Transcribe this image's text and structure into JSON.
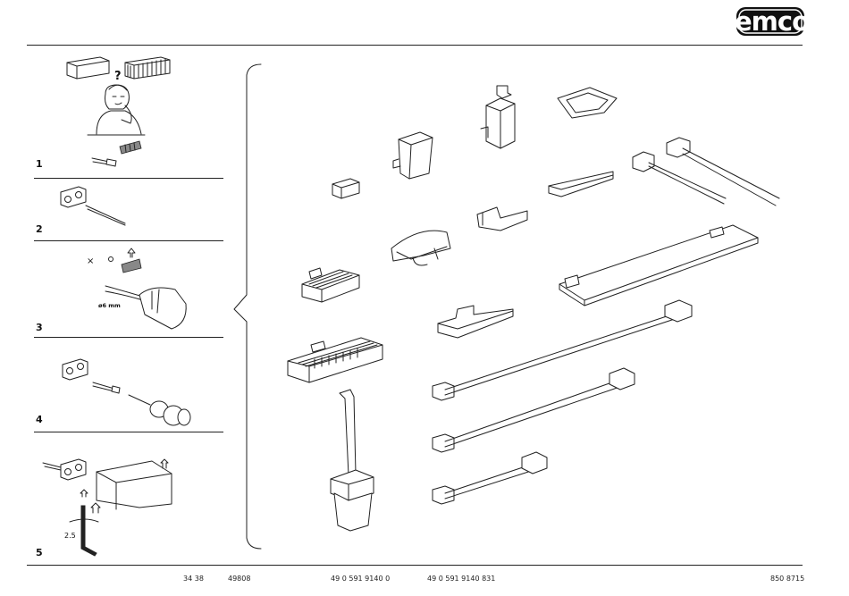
{
  "brand": {
    "logo_text": "emco"
  },
  "steps": [
    {
      "number": "1"
    },
    {
      "number": "2"
    },
    {
      "number": "3",
      "cross_mark": "×",
      "drill_size": "ø6 mm"
    },
    {
      "number": "4"
    },
    {
      "number": "5",
      "hex_key_size": "2.5"
    }
  ],
  "step1": {
    "question_mark": "?"
  },
  "footer": {
    "codes": [
      "34 38",
      "49808",
      "49  0  591 9140 0",
      "49  0  591 9140 831"
    ],
    "doc_number": "850 8715"
  }
}
